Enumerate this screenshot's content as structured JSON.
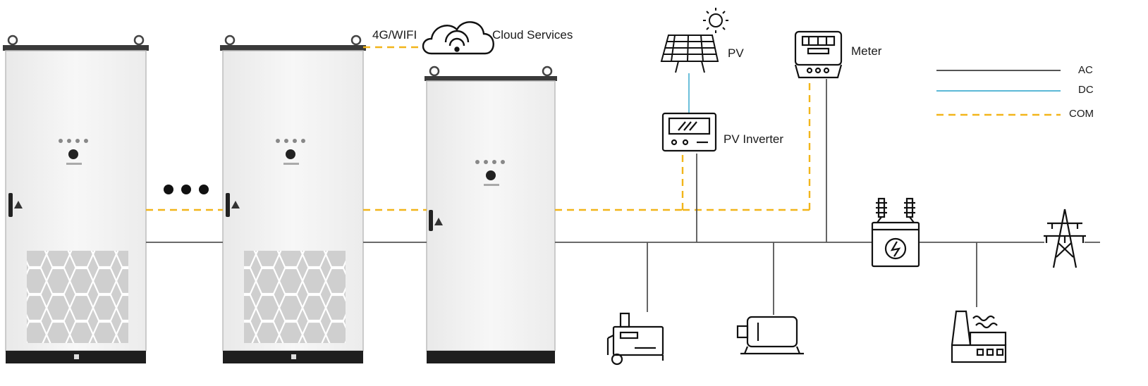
{
  "labels": {
    "cloud": "Cloud Services",
    "link": "4G/WIFI",
    "pv": "PV",
    "pv_inverter": "PV Inverter",
    "meter": "Meter"
  },
  "legend": [
    {
      "label": "AC",
      "color": "#555555",
      "style": "solid"
    },
    {
      "label": "DC",
      "color": "#5bb8d6",
      "style": "solid"
    },
    {
      "label": "COM",
      "color": "#f2b51a",
      "style": "dashed"
    }
  ],
  "colors": {
    "ac_line": "#555555",
    "dc_line": "#5bb8d6",
    "com_line": "#f2b51a",
    "cabinet_body": "#f2f2f2",
    "cabinet_top": "#3a3a3a",
    "icon_stroke": "#111111"
  },
  "icons": [
    "cloud-wifi-icon",
    "sun-icon",
    "solar-panel-icon",
    "inverter-icon",
    "meter-icon",
    "transformer-icon",
    "transmission-tower-icon",
    "generator-icon",
    "motor-icon",
    "factory-icon",
    "ellipsis-icon"
  ]
}
